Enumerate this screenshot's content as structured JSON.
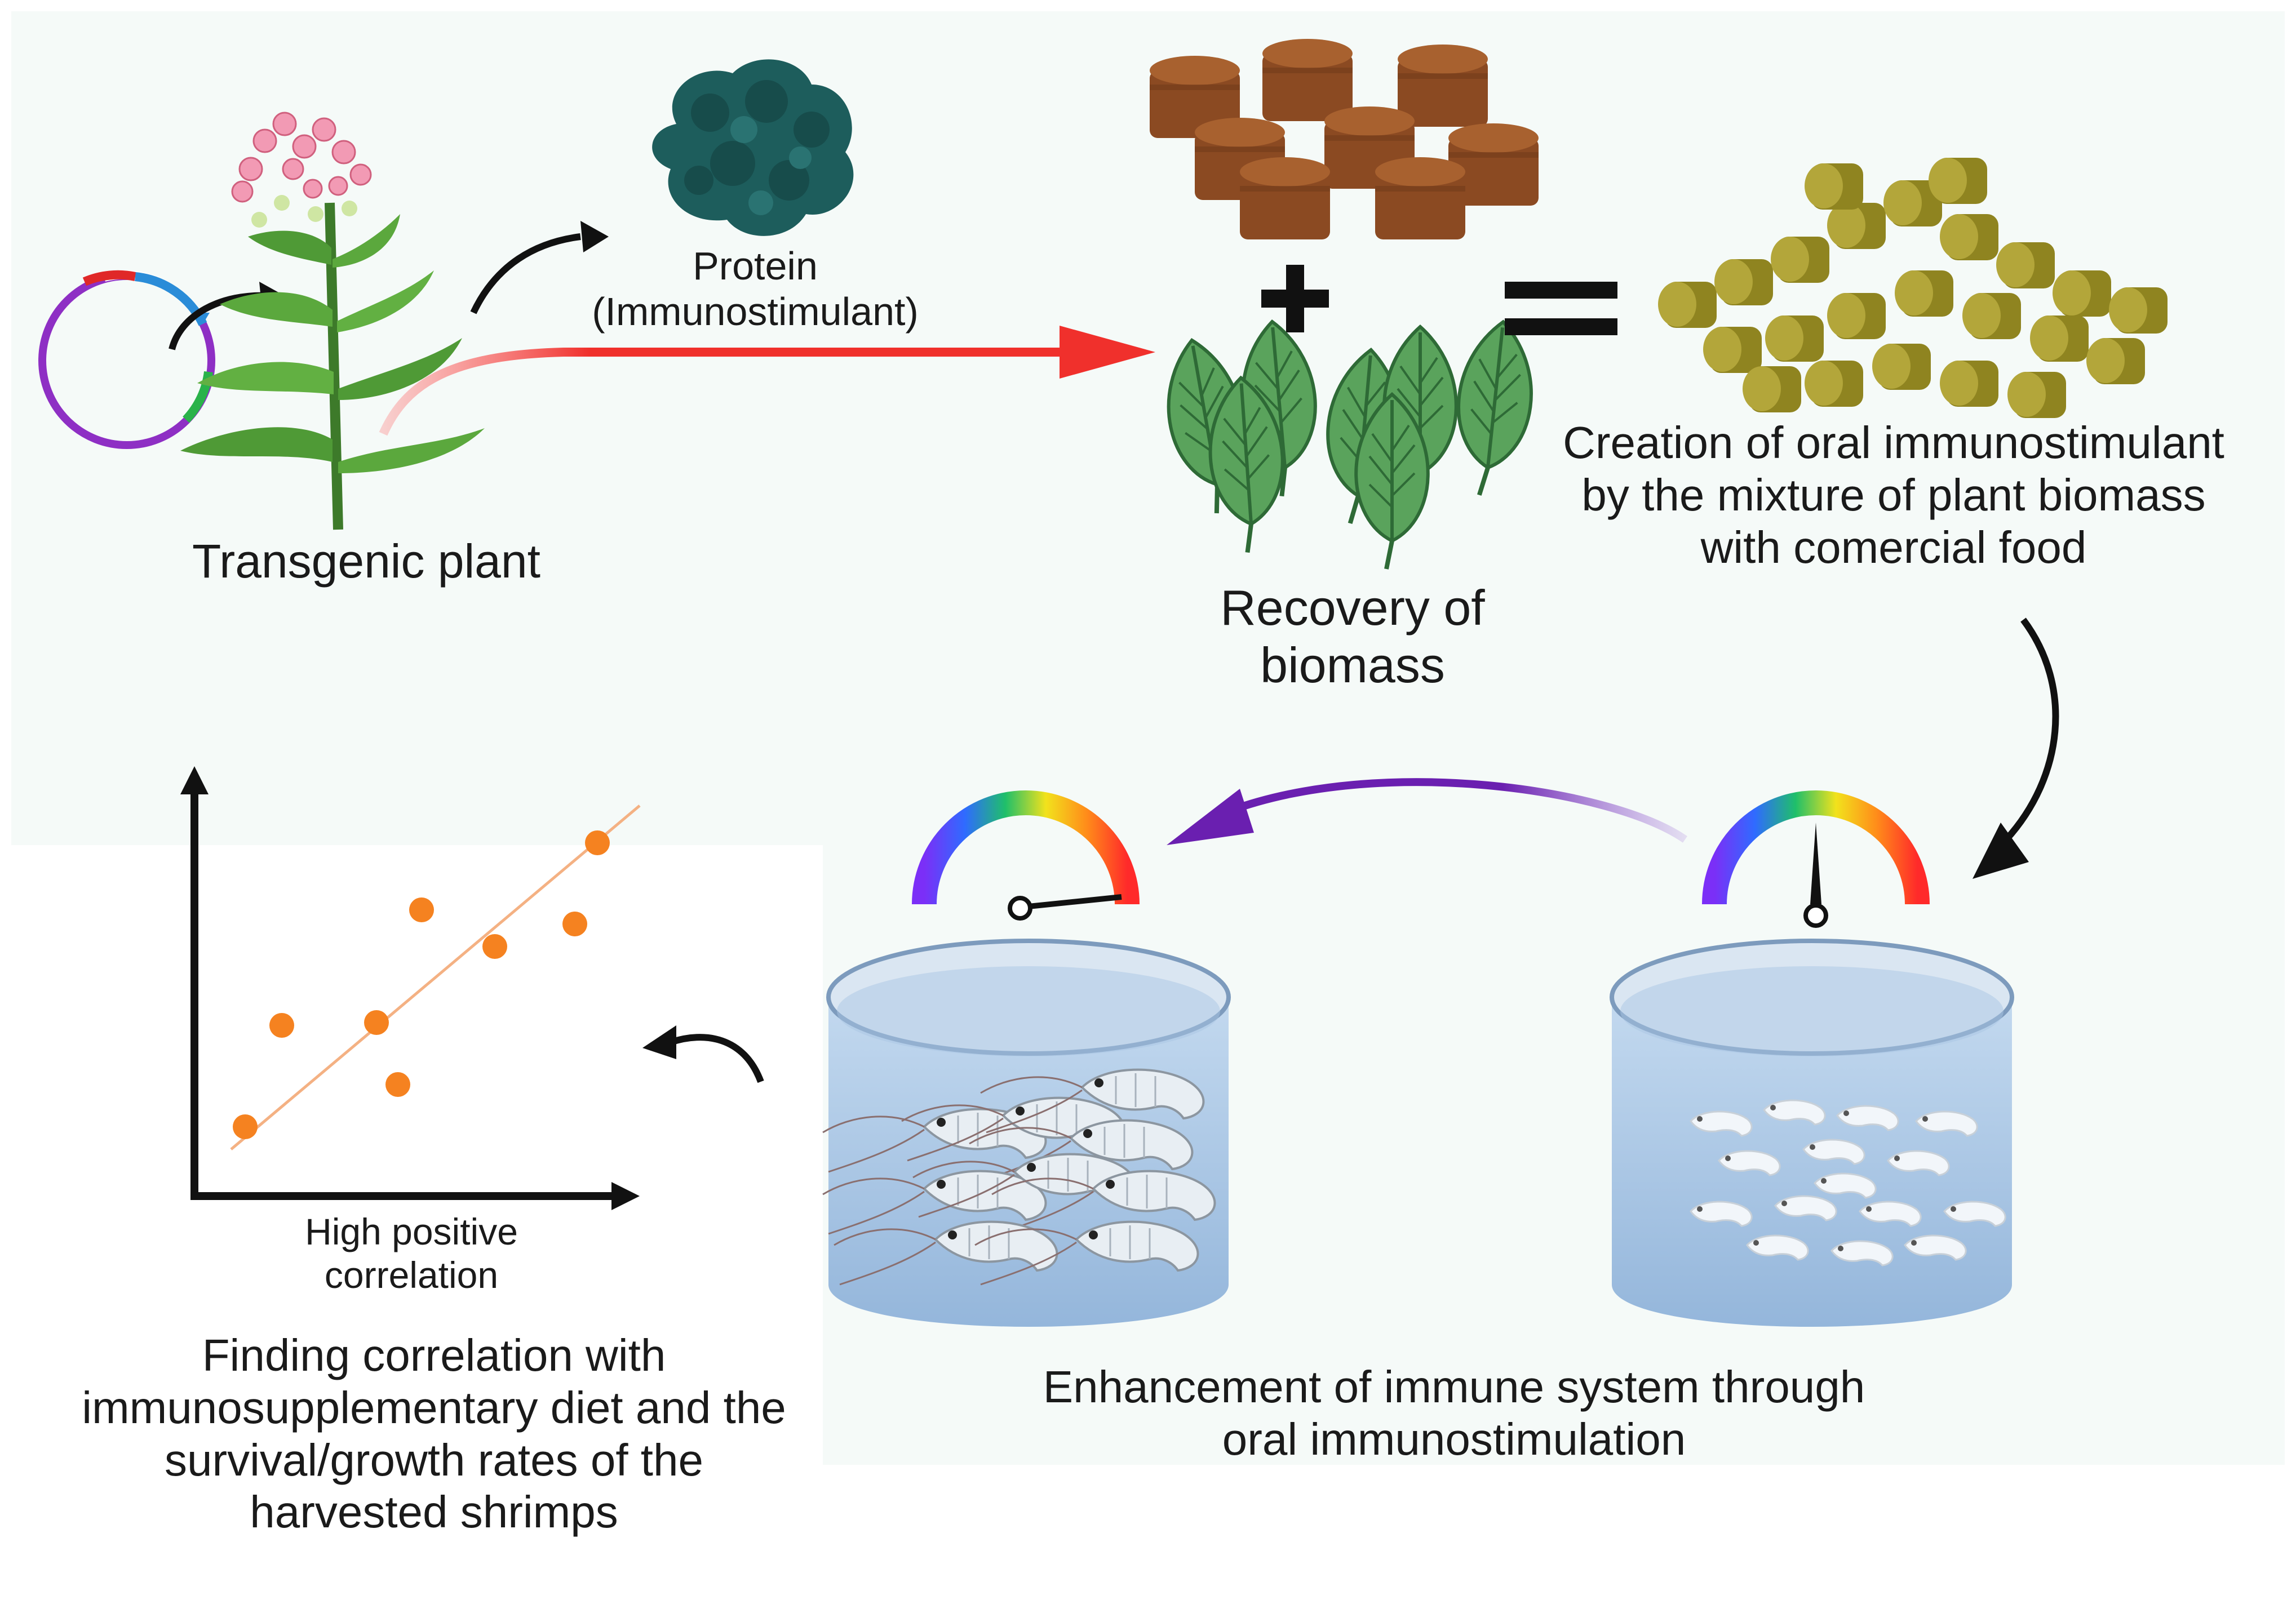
{
  "labels": {
    "transgenic_plant": "Transgenic plant",
    "protein": "Protein\n(Immunostimulant)",
    "recovery": "Recovery of\nbiomass",
    "creation": "Creation of oral immunostimulant\nby the mixture of plant biomass\nwith comercial food",
    "correlation_caption": "High positive\ncorrelation",
    "finding": "Finding correlation with\nimmunosupplementary diet and the\nsurvival/growth rates of the\nharvested shrimps",
    "enhancement": "Enhancement of immune system through\noral immunostimulation"
  },
  "symbols": {
    "plus": "+",
    "equals": "="
  },
  "colors": {
    "arrow_black": "#111111",
    "arrow_red": "#f0302c",
    "arrow_purple": "#6a1fb0",
    "protein": "#1d5d5c",
    "pellet_brown": "#8b4a22",
    "pellet_olive": "#a3952a",
    "leaf": "#5aa35c",
    "water": "#b4cfe8",
    "scatter_point": "#f58220",
    "trend_line": "#f4b183"
  },
  "icons": [
    "plasmid-icon",
    "tobacco-plant-icon",
    "protein-blob-icon",
    "brown-pellets-icon",
    "plus-icon",
    "leaves-icon",
    "equals-icon",
    "olive-pellets-icon",
    "gauge-icon",
    "tank-icon",
    "shrimp-icon",
    "scatter-plot-icon"
  ]
}
